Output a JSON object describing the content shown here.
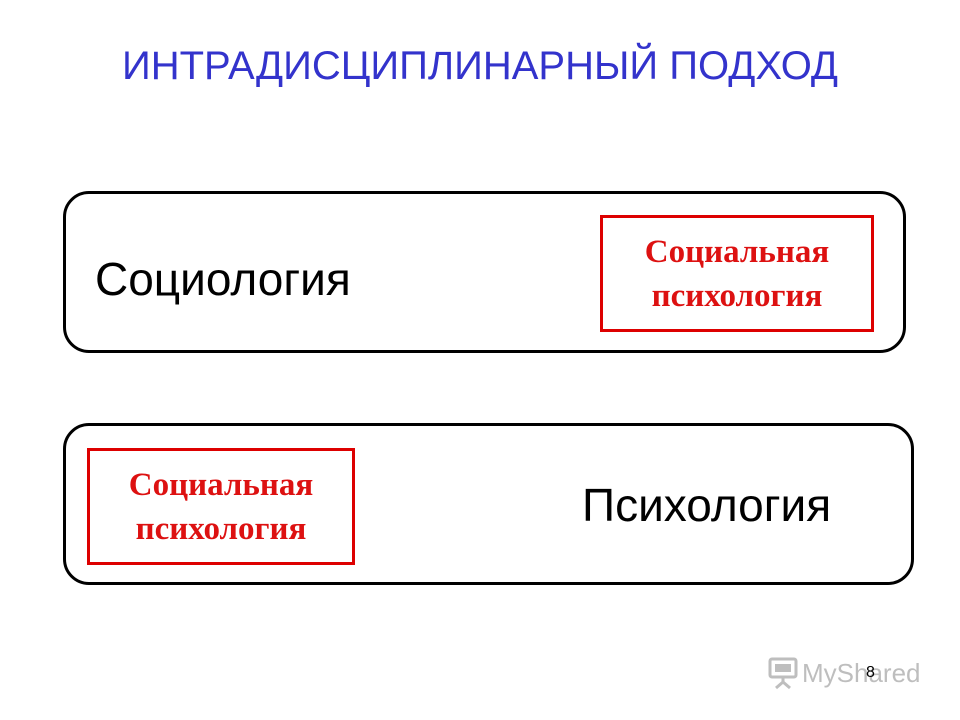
{
  "slide": {
    "title": "ИНТРАДИСЦИПЛИНАРНЫЙ ПОДХОД",
    "page_number": "8"
  },
  "top_block": {
    "discipline": "Социология",
    "subfield_line1": "Социальная",
    "subfield_line2": "психология"
  },
  "bottom_block": {
    "discipline": "Психология",
    "subfield_line1": "Социальная",
    "subfield_line2": "психология"
  },
  "watermark": {
    "text": "MyShared",
    "icon": "presentation-board-icon"
  },
  "colors": {
    "title": "#3333cc",
    "subfield_text": "#dd1111",
    "subfield_border": "#dd0000",
    "outer_border": "#000000"
  }
}
